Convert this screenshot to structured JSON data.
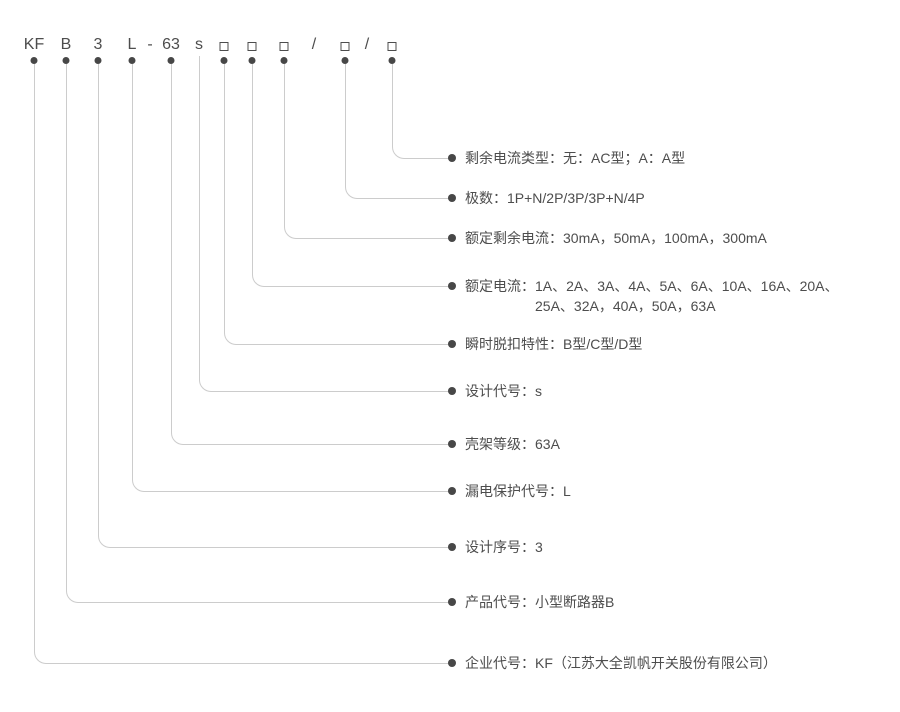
{
  "code": {
    "box_symbol": "□",
    "tokens": [
      {
        "text": "KF"
      },
      {
        "text": "B"
      },
      {
        "text": "3"
      },
      {
        "text": "L"
      },
      {
        "text": "-"
      },
      {
        "text": "63"
      },
      {
        "text": "s"
      },
      {
        "text": "/"
      },
      {
        "text": "/"
      }
    ]
  },
  "legend": [
    {
      "label": "剩余电流类型：无：AC型；A：A型"
    },
    {
      "label": "极数：1P+N/2P/3P/3P+N/4P"
    },
    {
      "label": "额定剩余电流：30mA，50mA，100mA，300mA"
    },
    {
      "label": "额定电流：1A、2A、3A、4A、5A、6A、10A、16A、20A、",
      "label2": "25A、32A，40A，50A，63A"
    },
    {
      "label": "瞬时脱扣特性：B型/C型/D型"
    },
    {
      "label": "设计代号：s"
    },
    {
      "label": "壳架等级：63A"
    },
    {
      "label": "漏电保护代号：L"
    },
    {
      "label": "设计序号：3"
    },
    {
      "label": "产品代号：小型断路器B"
    },
    {
      "label": "企业代号：KF（江苏大全凯帆开关股份有限公司）"
    }
  ],
  "colors": {
    "line": "#cccccc",
    "dot": "#474747",
    "text": "#4d4d4d",
    "background": "#ffffff"
  }
}
